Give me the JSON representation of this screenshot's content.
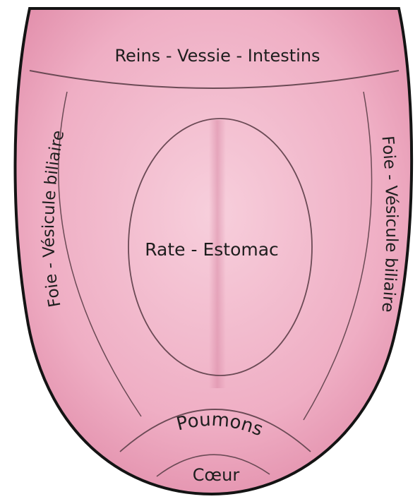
{
  "diagram": {
    "zones": {
      "back": "Reins - Vessie - Intestins",
      "center": "Rate - Estomac",
      "left_edge": "Foie - Vésicule biliaire",
      "right_edge": "Foie - Vésicule biliaire",
      "front": "Poumons",
      "tip": "Cœur"
    },
    "colors": {
      "tongue_light": "#f7cfdc",
      "tongue_mid": "#efaec4",
      "tongue_dark": "#e391ad",
      "outline": "#141414",
      "zone_line": "#6b4a55"
    }
  }
}
